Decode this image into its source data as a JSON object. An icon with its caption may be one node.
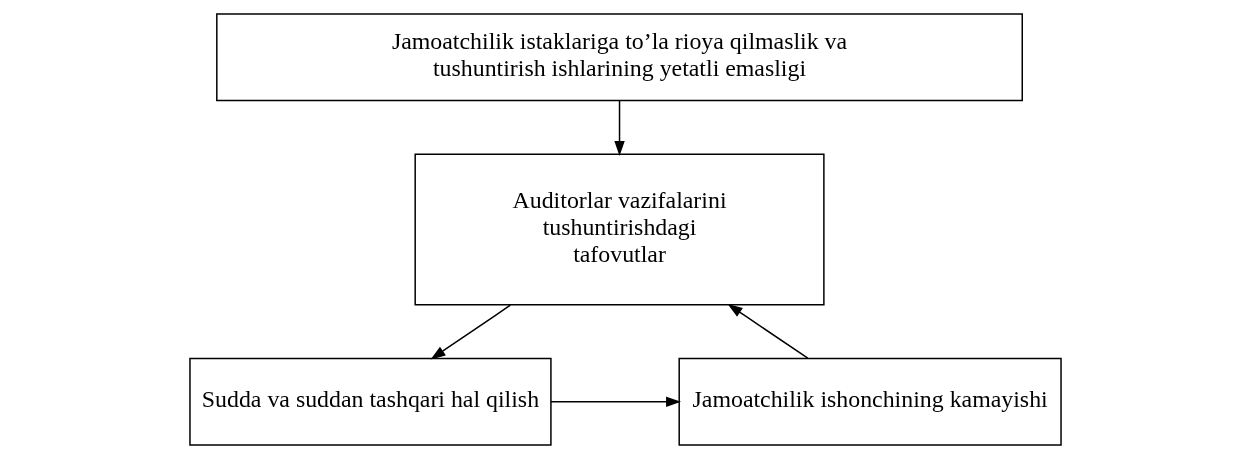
{
  "diagram": {
    "nodes": [
      {
        "text": [
          "Jamoatchilik istaklariga to’la rioya qilmaslik va tushuntirish ishlarining yetatli emasligi"
        ]
      },
      {
        "text": [
          "Auditorlar vazifalarini tushuntirishdagi tafovutlar"
        ]
      },
      {
        "text": [
          "Jamoatchilik ishonchining kamayishi"
        ]
      },
      {
        "text": [
          "Sudda va suddan tashqari hal qilish"
        ]
      }
    ],
    "edges": [
      {
        "from": 0,
        "to": 1,
        "arrow": "to"
      },
      {
        "from": 2,
        "to": 1,
        "arrow": "to"
      },
      {
        "from": 1,
        "to": 3,
        "arrow": "to"
      },
      {
        "from": 3,
        "to": 2,
        "arrow": "to"
      }
    ]
  }
}
